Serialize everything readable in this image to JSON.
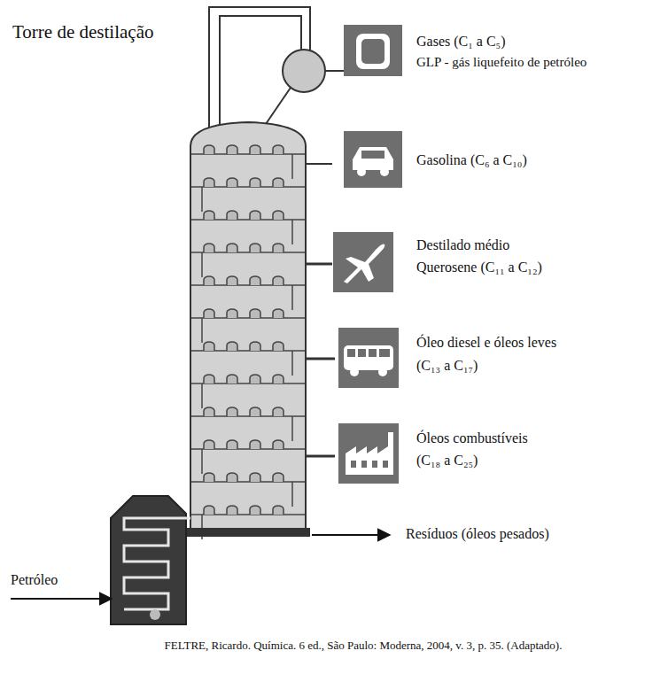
{
  "diagram": {
    "title": "Torre de destilação",
    "caption": "FELTRE, Ricardo. Química. 6 ed., São Paulo: Moderna, 2004, v. 3, p. 35. (Adaptado).",
    "labels": [
      "Gases (C₁ a C₅)",
      "GLP - gás liquefeito de petróleo",
      "Gasolina (C₆ a C₁₀)",
      "Destilado médio",
      "Querosene (C₁₁ a C₁₂)",
      "Óleo diesel e óleos leves",
      "(C₁₃ a C₁₇)",
      "Óleos combustíveis",
      "(C₁₈ a C₂₅)",
      "Resíduos (óleos pesados)",
      "Petróleo"
    ]
  }
}
